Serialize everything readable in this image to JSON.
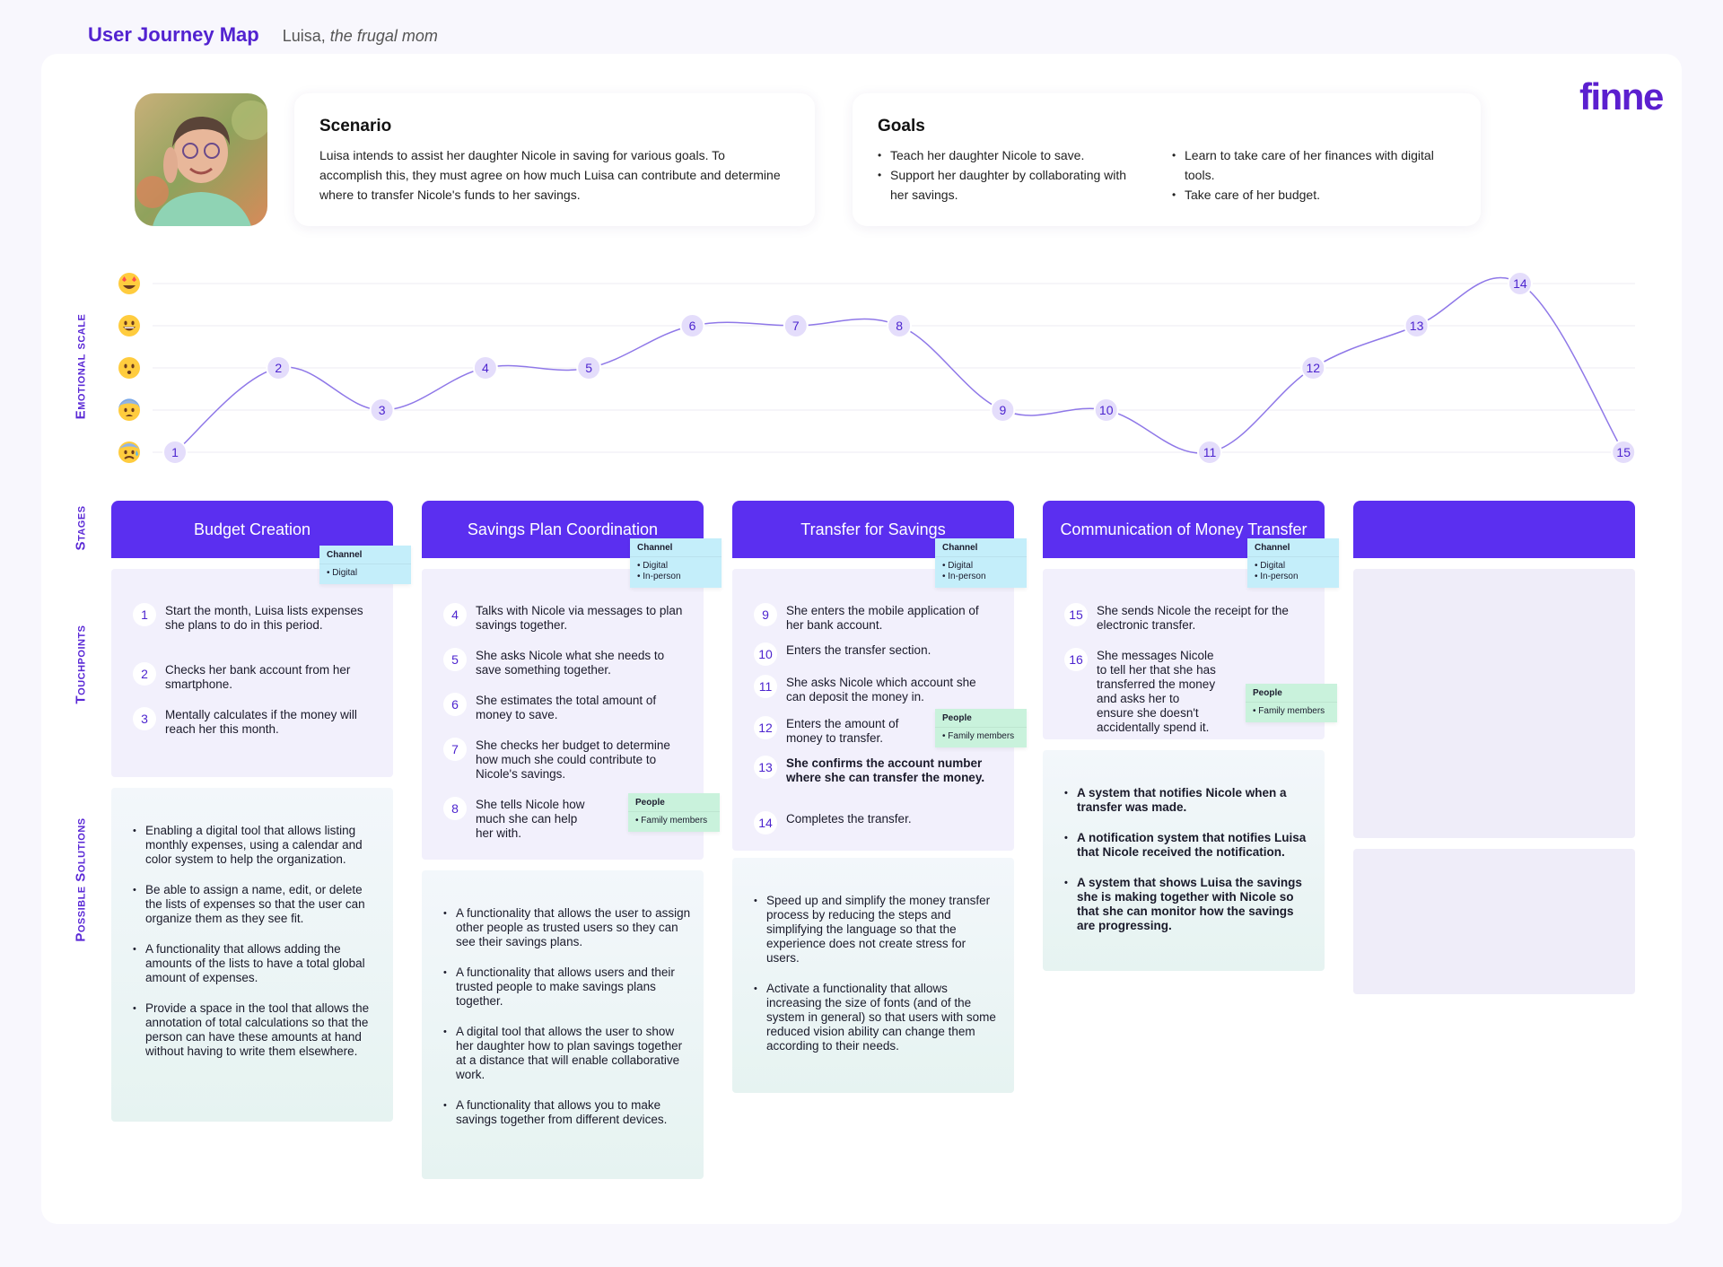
{
  "header": {
    "title": "User Journey Map",
    "persona_name": "Luisa,",
    "persona_tagline": "the frugal mom"
  },
  "brand": {
    "logo": "finne",
    "accent_color": "#5b2ff0"
  },
  "scenario": {
    "title": "Scenario",
    "text": "Luisa intends to assist her daughter Nicole in saving for various goals. To accomplish this, they must agree on how much Luisa can contribute and determine where to transfer Nicole's funds to her savings."
  },
  "goals": {
    "title": "Goals",
    "col1": [
      "Teach her daughter Nicole to save.",
      "Support her daughter by collaborating with her savings."
    ],
    "col2": [
      "Learn to take care of her finances with digital tools.",
      "Take care of her budget."
    ]
  },
  "row_labels": {
    "emotional": "Emotional scale",
    "stages": "Stages",
    "touchpoints": "Touchpoints",
    "solutions": "Possible Solutions"
  },
  "chart_data": {
    "type": "line",
    "title": "",
    "y_levels": [
      "very anxious",
      "fearful",
      "neutral",
      "happy",
      "excited"
    ],
    "ylim": [
      1,
      5
    ],
    "x": [
      1,
      2,
      3,
      4,
      5,
      6,
      7,
      8,
      9,
      10,
      11,
      12,
      13,
      14,
      15
    ],
    "values": [
      1,
      3,
      2,
      3,
      3,
      4,
      4,
      4,
      2,
      2,
      1,
      3,
      4,
      5,
      1
    ],
    "grid": true,
    "line_color": "#8f78e8"
  },
  "stages": [
    {
      "title": "Budget Creation"
    },
    {
      "title": "Savings Plan Coordination"
    },
    {
      "title": "Transfer for Savings"
    },
    {
      "title": "Communication of Money Transfer"
    },
    {
      "title": ""
    }
  ],
  "stickies": {
    "channel_title": "Channel",
    "people_title": "People",
    "digital": "Digital",
    "in_person": "In-person",
    "family": "Family members"
  },
  "touchpoints": [
    [
      {
        "n": "1",
        "text": "Start the month, Luisa lists expenses she plans to do in this period."
      },
      {
        "n": "2",
        "text": "Checks her bank account from her smartphone."
      },
      {
        "n": "3",
        "text": "Mentally calculates if the money will reach her this month."
      }
    ],
    [
      {
        "n": "4",
        "text": "Talks with Nicole via messages to plan savings together."
      },
      {
        "n": "5",
        "text": "She asks Nicole what she needs to save something together."
      },
      {
        "n": "6",
        "text": "She estimates the total amount of money to save."
      },
      {
        "n": "7",
        "text": "She checks her budget to determine how much she could contribute to Nicole's savings."
      },
      {
        "n": "8",
        "text": "She tells Nicole how much she can help her with."
      }
    ],
    [
      {
        "n": "9",
        "text": "She enters the mobile application of her bank account."
      },
      {
        "n": "10",
        "text": "Enters the transfer section."
      },
      {
        "n": "11",
        "text": "She asks Nicole which account she can deposit the money in."
      },
      {
        "n": "12",
        "text": "Enters the amount of money to transfer."
      },
      {
        "n": "13",
        "text": "She confirms the account number where she can transfer the money."
      },
      {
        "n": "14",
        "text": "Completes the transfer."
      }
    ],
    [
      {
        "n": "15",
        "text": "She sends Nicole the receipt for the electronic transfer."
      },
      {
        "n": "16",
        "text": "She messages Nicole to tell her that she has transferred the money and asks her to ensure she doesn't accidentally spend it."
      }
    ]
  ],
  "solutions": [
    [
      "Enabling a digital tool that allows listing monthly expenses, using a calendar and color system to help the organization.",
      "Be able to assign a name, edit, or delete the lists of expenses so that the user can organize them as they see fit.",
      "A functionality that allows adding the amounts of the lists to have a total global amount of expenses.",
      "Provide a space in the tool that allows the annotation of total calculations so that the person can have these amounts at hand without having to write them elsewhere."
    ],
    [
      "A functionality that allows the user to assign other people as trusted users so they can see their savings plans.",
      "A functionality that allows users and their trusted people to make savings plans together.",
      "A digital tool that allows the user to show her daughter how to plan savings together at a distance that will enable collaborative work.",
      "A functionality that allows you to make savings together from different devices."
    ],
    [
      "Speed up and simplify the money transfer process by reducing the steps and simplifying the language so that the experience does not create stress for users.",
      "Activate a functionality that allows increasing the size of fonts (and of the system in general) so that users with some reduced vision ability can change them according to their needs."
    ],
    [
      "A system that notifies Nicole when a transfer was made.",
      "A notification system that notifies Luisa that Nicole received the notification.",
      "A system that shows Luisa the savings she is making together with Nicole so that she can monitor how the savings are progressing."
    ]
  ]
}
